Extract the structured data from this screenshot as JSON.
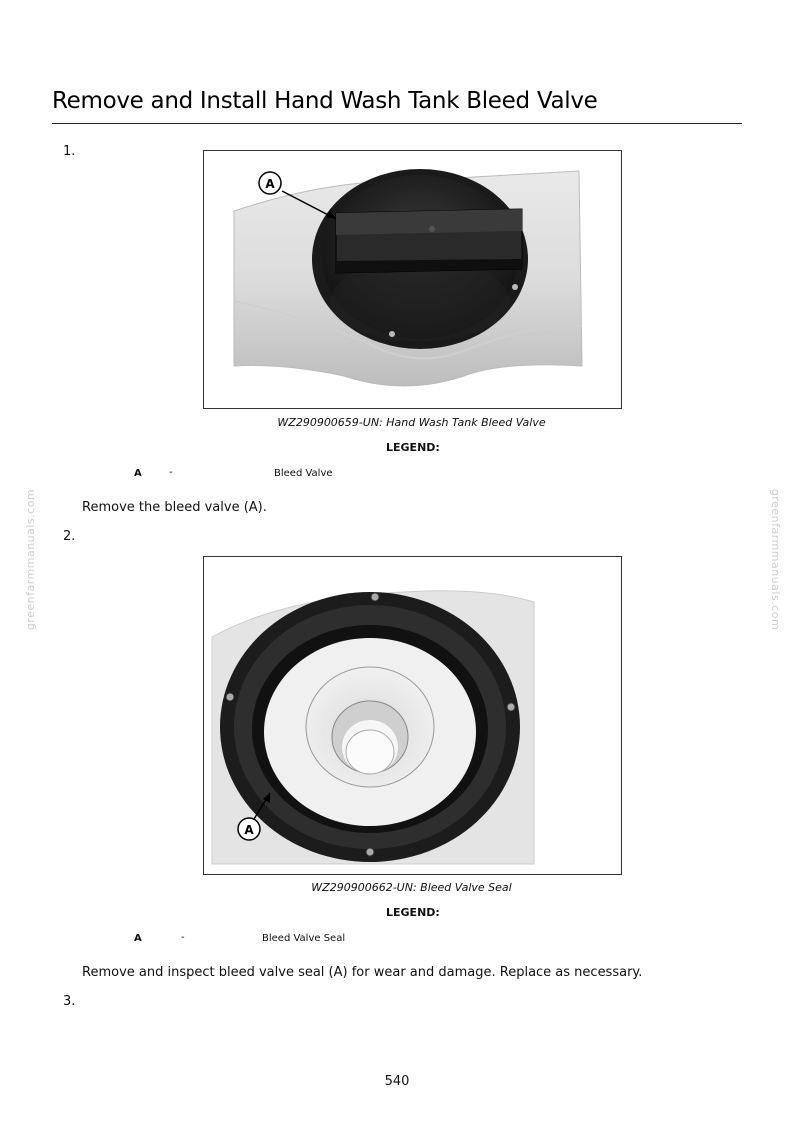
{
  "page_title": "Remove and Install Hand Wash Tank Bleed Valve",
  "steps": [
    {
      "number": "1.",
      "figure_callout": "A",
      "caption": "WZ290900659-UN: Hand Wash Tank Bleed Valve",
      "legend_heading": "LEGEND:",
      "legend_key": "A",
      "legend_dash": "-",
      "legend_desc": "Bleed Valve",
      "instruction": "Remove the bleed valve (A)."
    },
    {
      "number": "2.",
      "figure_callout": "A",
      "caption": "WZ290900662-UN: Bleed Valve Seal",
      "legend_heading": "LEGEND:",
      "legend_key": "A",
      "legend_dash": "-",
      "legend_desc": "Bleed Valve Seal",
      "instruction": "Remove and inspect bleed valve seal (A) for wear and damage. Replace as necessary."
    },
    {
      "number": "3."
    }
  ],
  "watermark": "greenfarmmanuals.com",
  "page_number": "540"
}
